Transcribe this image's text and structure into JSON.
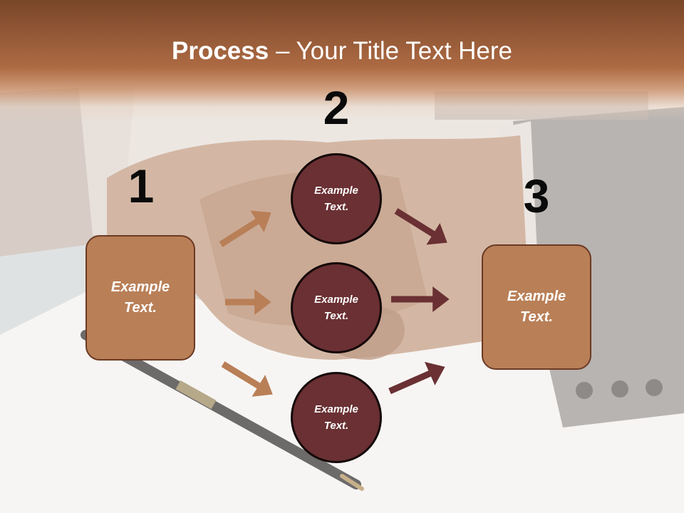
{
  "slide": {
    "title_bold": "Process",
    "title_rest": " – Your Title Text Here",
    "background_image": "handshake-over-desk-photo",
    "colors": {
      "header": "#ac6840",
      "box_fill": "#b97f57",
      "box_border": "#6b3a24",
      "circle_fill": "#6a3033",
      "circle_border": "#140808",
      "arrow_light": "#b97f57",
      "arrow_dark": "#6a3033"
    }
  },
  "steps": [
    {
      "number": "1",
      "label": "Example\nText."
    },
    {
      "number": "2",
      "labels": [
        "Example\nText.",
        "Example\nText.",
        "Example\nText."
      ]
    },
    {
      "number": "3",
      "label": "Example\nText."
    }
  ]
}
